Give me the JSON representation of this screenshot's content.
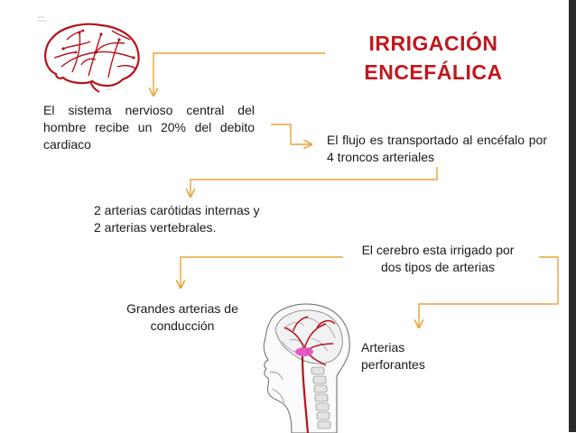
{
  "title": {
    "line1": "IRRIGACIÓN",
    "line2": "ENCEFÁLICA"
  },
  "texts": {
    "sistema": "El sistema nervioso central del hombre recibe un 20% del debito cardiaco",
    "flujo": "El flujo es transportado al encéfalo por 4 troncos arteriales",
    "arterias_line1": "2 arterias carótidas internas y",
    "arterias_line2": "2 arterias vertebrales.",
    "cerebro_line1": "El cerebro esta irrigado por",
    "cerebro_line2": "dos tipos de arterias",
    "grandes_line1": "Grandes arterias de",
    "grandes_line2": "conducción",
    "perforantes_line1": "Arterias",
    "perforantes_line2": "perforantes"
  },
  "colors": {
    "title": "#c0171d",
    "arrow": "#e8a33a",
    "sidebar": "#2b2b2b",
    "vessel": "#b5121b"
  },
  "images": {
    "top_left": "brain-vessels-illustration",
    "bottom": "head-sagittal-vessels-illustration"
  }
}
